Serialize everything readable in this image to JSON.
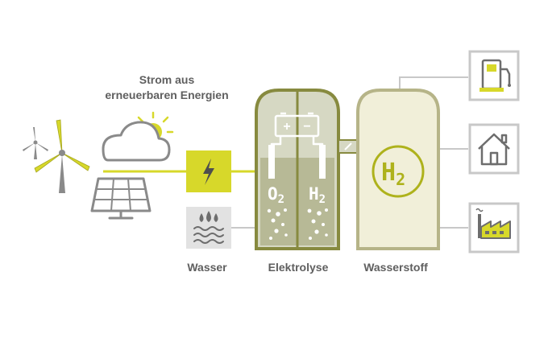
{
  "source": {
    "line1": "Strom aus",
    "line2": "erneuerbaren Energien"
  },
  "labels": {
    "water": "Wasser",
    "electrolysis": "Elektrolyse",
    "hydrogen": "Wasserstoff"
  },
  "cell": {
    "left_gas": "O",
    "left_sub": "2",
    "right_gas": "H",
    "right_sub": "2",
    "plus": "+",
    "minus": "−"
  },
  "tank": {
    "gas": "H",
    "sub": "2"
  },
  "icons": {
    "wind": "wind-turbine-icon",
    "sun": "sun-icon",
    "cloud": "cloud-icon",
    "solar": "solar-panel-icon",
    "power": "lightning-icon",
    "water": "water-drops-icon",
    "fuel": "fuel-pump-icon",
    "house": "house-icon",
    "factory": "factory-icon"
  },
  "colors": {
    "yellow": "#d7d82a",
    "olive": "#878a3f",
    "olive_fill": "#b7b996",
    "olive_light": "#d6d8c3",
    "cream": "#f1efd9",
    "gray": "#8a8a8a",
    "light_gray": "#c8c8c8"
  }
}
